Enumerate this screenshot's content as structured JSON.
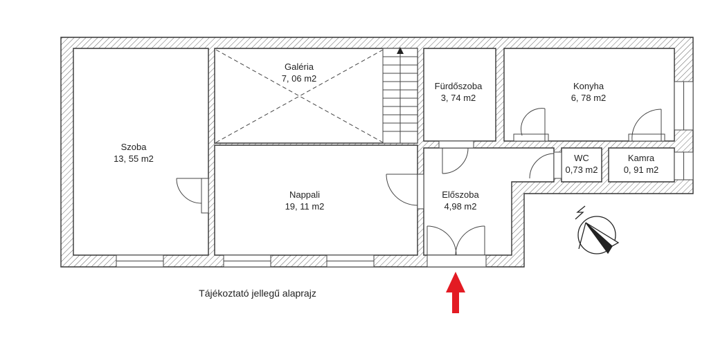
{
  "rooms": {
    "szoba": {
      "name": "Szoba",
      "area": "13, 55 m2"
    },
    "galeria": {
      "name": "Galéria",
      "area": "7, 06 m2"
    },
    "nappali": {
      "name": "Nappali",
      "area": "19, 11 m2"
    },
    "furdoszoba": {
      "name": "Fürdőszoba",
      "area": "3, 74 m2"
    },
    "konyha": {
      "name": "Konyha",
      "area": "6, 78 m2"
    },
    "eloszoba": {
      "name": "Előszoba",
      "area": "4,98 m2"
    },
    "wc": {
      "name": "WC",
      "area": "0,73 m2"
    },
    "kamra": {
      "name": "Kamra",
      "area": "0, 91 m2"
    }
  },
  "caption": "Tájékoztató jellegű alaprajz",
  "icons": {
    "north": "north-arrow-icon",
    "entrance": "entrance-arrow-icon"
  },
  "colors": {
    "wall": "#555555",
    "entrance_arrow": "#e31b23"
  }
}
